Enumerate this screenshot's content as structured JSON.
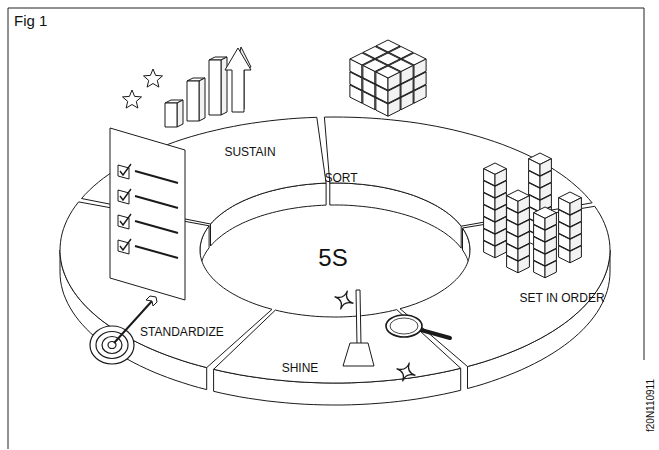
{
  "diagram": {
    "title": "Fig 1",
    "nodes": [
      {
        "text": [
          "SUSTAIN"
        ]
      },
      {
        "text": [
          "SORT"
        ]
      },
      {
        "text": [
          "5S"
        ]
      },
      {
        "text": [
          "SET IN ORDER"
        ]
      },
      {
        "text": [
          "STANDARDIZE"
        ]
      },
      {
        "text": [
          "SHINE"
        ]
      }
    ],
    "labels": [
      "f20N110911"
    ]
  }
}
